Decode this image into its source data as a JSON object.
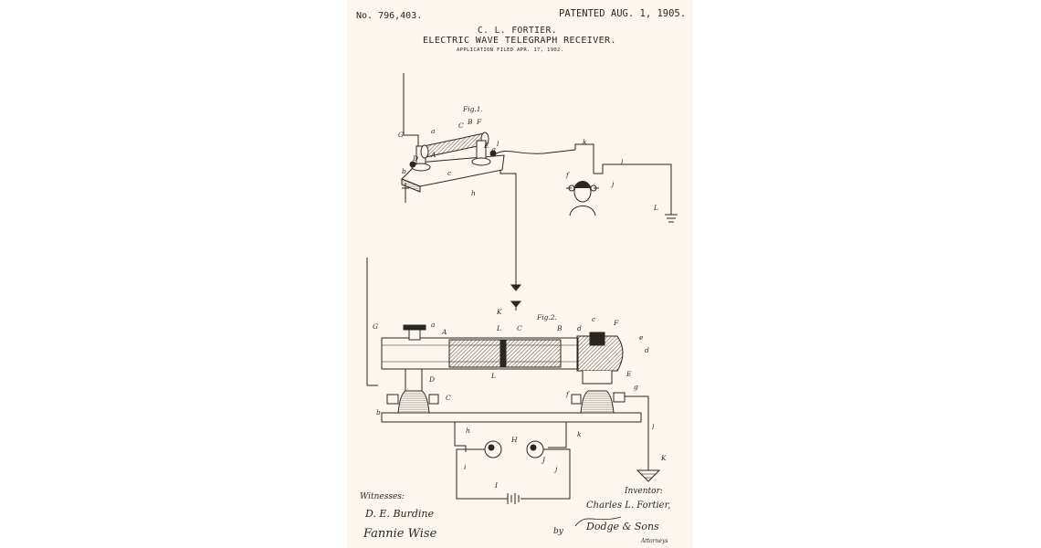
{
  "header": {
    "patent_no": "No. 796,403.",
    "patented": "PATENTED AUG. 1, 1905.",
    "inventor_name": "C. L. FORTIER.",
    "title": "ELECTRIC WAVE TELEGRAPH RECEIVER.",
    "filed": "APPLICATION FILED APR. 17, 1902."
  },
  "figures": {
    "fig1": "Fig.1.",
    "fig2": "Fig.2."
  },
  "fig1_labels": [
    "G",
    "a",
    "C",
    "B",
    "F",
    "D",
    "A",
    "c",
    "E",
    "g",
    "l",
    "b",
    "h",
    "k",
    "l",
    "j",
    "f",
    "L"
  ],
  "fig2_labels": [
    "K",
    "G",
    "a",
    "A",
    "L",
    "C",
    "B",
    "d",
    "c",
    "F",
    "e",
    "d",
    "D",
    "L",
    "E",
    "C",
    "f",
    "g",
    "b",
    "h",
    "H",
    "k",
    "l",
    "K",
    "i",
    "J",
    "j",
    "I"
  ],
  "signatures": {
    "witnesses_heading": "Witnesses:",
    "witness_1": "D. E. Burdine",
    "witness_2": "Fannie Wise",
    "inventor_heading": "Inventor:",
    "inventor_signature": "Charles L. Fortier,",
    "by": "by",
    "attorney_signature": "Dodge & Sons",
    "attorneys": "Attorneys"
  },
  "colors": {
    "paper": "#fbf6ee",
    "ink": "#2a2622"
  }
}
